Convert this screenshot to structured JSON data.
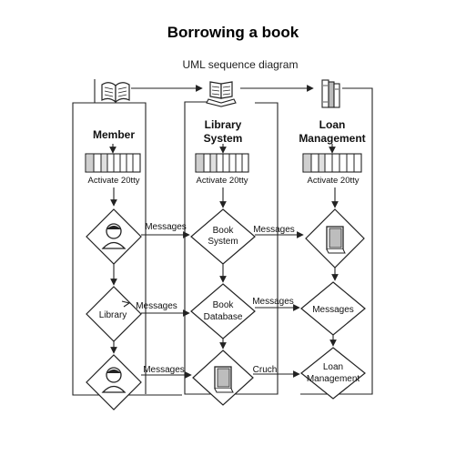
{
  "title": "Borrowing a book",
  "subtitle": "UML sequence diagram",
  "lanes": [
    {
      "name": "Member",
      "activation_label": "Activate 20tty",
      "icon": "open-book-icon"
    },
    {
      "name_line1": "Library",
      "name_line2": "System",
      "activation_label": "Activate 20tty",
      "icon": "reading-book-icon"
    },
    {
      "name_line1": "Loan",
      "name_line2": "Management",
      "activation_label": "Activate 20tty",
      "icon": "stacked-books-icon"
    }
  ],
  "nodes": {
    "member_user": {
      "icon": "user-icon"
    },
    "member_library": {
      "label": "Library"
    },
    "member_user2": {
      "icon": "user-icon"
    },
    "book_system": {
      "line1": "Book",
      "line2": "System"
    },
    "book_database": {
      "line1": "Book",
      "line2": "Database"
    },
    "system_book": {
      "icon": "book-icon"
    },
    "loan_book": {
      "icon": "book-icon"
    },
    "loan_messages": {
      "label": "Messages"
    },
    "loan_management": {
      "line1": "Loan",
      "line2": "Management"
    }
  },
  "edges": {
    "m1": "Messages",
    "m2": "Messages",
    "m3": "Messages",
    "m4": "Messages",
    "m5": "Messages",
    "m6": "Cruch"
  },
  "colors": {
    "stroke": "#222222",
    "activation_fill": "#d9d9d9",
    "background": "#ffffff"
  }
}
